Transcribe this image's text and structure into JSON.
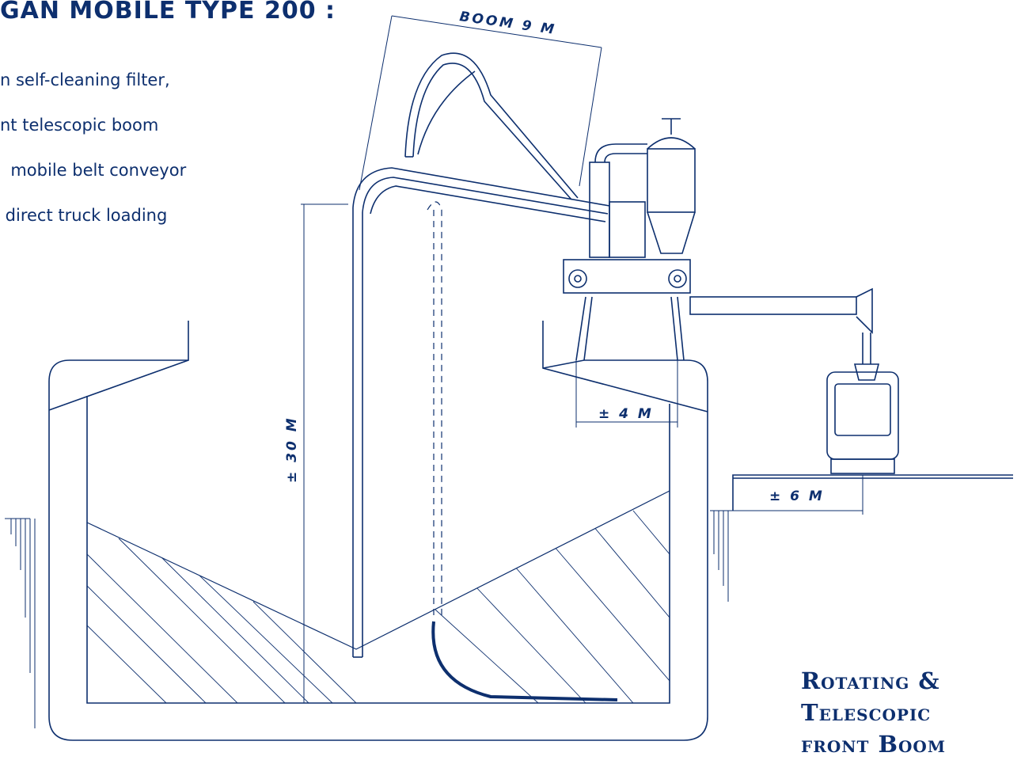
{
  "heading": "GAN MOBILE TYPE 200 :",
  "bullets": [
    "n self-cleaning filter,",
    "nt telescopic boom",
    "  mobile belt conveyor",
    " direct truck loading"
  ],
  "dimensions": {
    "boom": "BOOM 9 M",
    "height": "± 30 M",
    "reach": "± 4 M",
    "conveyor": "± 6 M"
  },
  "caption": [
    "Rotating &",
    "Telescopic",
    "front Boom"
  ],
  "colors": {
    "line": "#0d2f6e",
    "text": "#0d2f6e"
  }
}
